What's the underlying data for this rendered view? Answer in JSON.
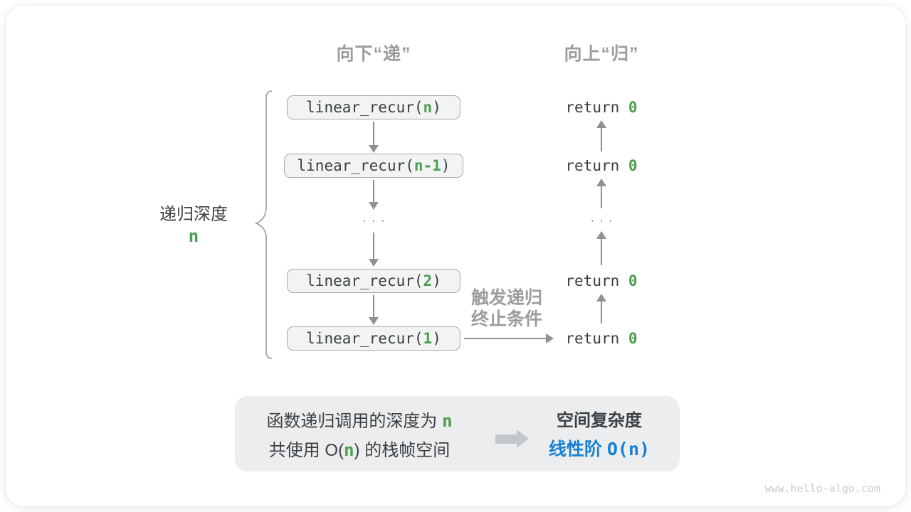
{
  "headers": {
    "down": "向下“递”",
    "up": "向上“归”"
  },
  "depth": {
    "label": "递归深度",
    "value": "n"
  },
  "calls": [
    {
      "prefix": "linear_recur(",
      "arg": "n",
      "suffix": ")"
    },
    {
      "prefix": "linear_recur(",
      "arg": "n-1",
      "suffix": ")"
    },
    {
      "prefix": "linear_recur(",
      "arg": "2",
      "suffix": ")"
    },
    {
      "prefix": "linear_recur(",
      "arg": "1",
      "suffix": ")"
    }
  ],
  "ellipsis": "···",
  "returns": [
    {
      "keyword": "return ",
      "value": "0"
    },
    {
      "keyword": "return ",
      "value": "0"
    },
    {
      "keyword": "return ",
      "value": "0"
    },
    {
      "keyword": "return ",
      "value": "0"
    }
  ],
  "trigger": {
    "line1": "触发递归",
    "line2": "终止条件"
  },
  "summary": {
    "line1_pre": "函数递归调用的深度为 ",
    "line1_arg": "n",
    "line2_pre": "共使用 O(",
    "line2_arg": "n",
    "line2_post": ") 的栈帧空间",
    "right_title": "空间复杂度",
    "right_value_pre": "线性阶 ",
    "right_value_code": "O(n)"
  },
  "watermark": "www.hello-algo.com",
  "colors": {
    "accent_green": "#4c9e50",
    "accent_blue": "#1780d4",
    "label_gray": "#9c9c9c",
    "code_text": "#3b3f42",
    "arrow_gray": "#8f9193",
    "box_fill": "#f2f3f3",
    "box_border": "#a8aaab",
    "panel_fill": "#ebedee"
  }
}
